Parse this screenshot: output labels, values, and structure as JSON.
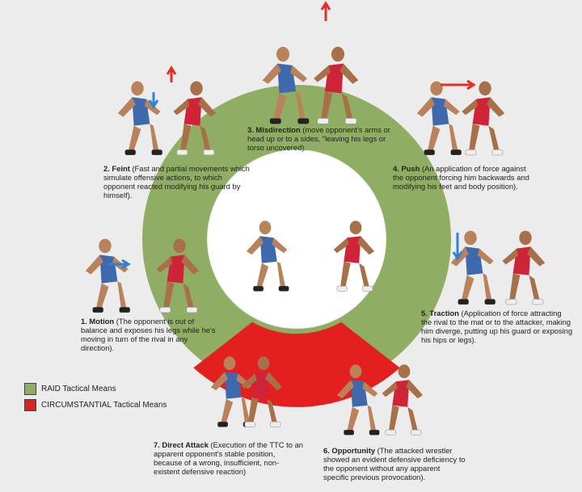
{
  "colors": {
    "raid": "#8fae63",
    "circumstantial": "#e41f1f",
    "background": "#ececec",
    "wrestler_blue": "#4a74b8",
    "wrestler_red": "#d5263b",
    "skin": "#b9825a",
    "arrow_blue": "#2f82d6",
    "arrow_red": "#e0302a"
  },
  "legend": {
    "raid": "RAID Tactical Means",
    "circumstantial": "CIRCUMSTANTIAL Tactical Means"
  },
  "steps": [
    {
      "title": "1. Motion",
      "text": "(The opponent is out of balance and exposes his legs while he's moving in turn of the rival in any direction).",
      "category": "raid"
    },
    {
      "title": "2. Feint",
      "text": "(Fast and partial movements which simulate offensive actions, to which opponent reacted modifying his guard by himself).",
      "category": "raid"
    },
    {
      "title": "3. Misdirection",
      "text": "(move opponent's arms or head up or to a sides, \"leaving his legs or torso uncovered).",
      "category": "raid"
    },
    {
      "title": "4. Push",
      "text": "(An application of force against the opponent forcing him backwards and modifying his feet and body position).",
      "category": "raid"
    },
    {
      "title": "5. Traction",
      "text": "(Application of force attracting the rival to the mat or to the attacker, making him diverge, putting up his guard or exposing his hips or legs).",
      "category": "raid"
    },
    {
      "title": "6. Opportunity",
      "text": "(The attacked wrestler showed an evident defensive deficiency to the opponent without any apparent specific previous provocation).",
      "category": "circumstantial"
    },
    {
      "title": "7. Direct Attack",
      "text": "(Execution of the TTC to an apparent opponent's stable position, because of a wrong, insufficient, non-existent defensive reaction)",
      "category": "circumstantial"
    }
  ]
}
